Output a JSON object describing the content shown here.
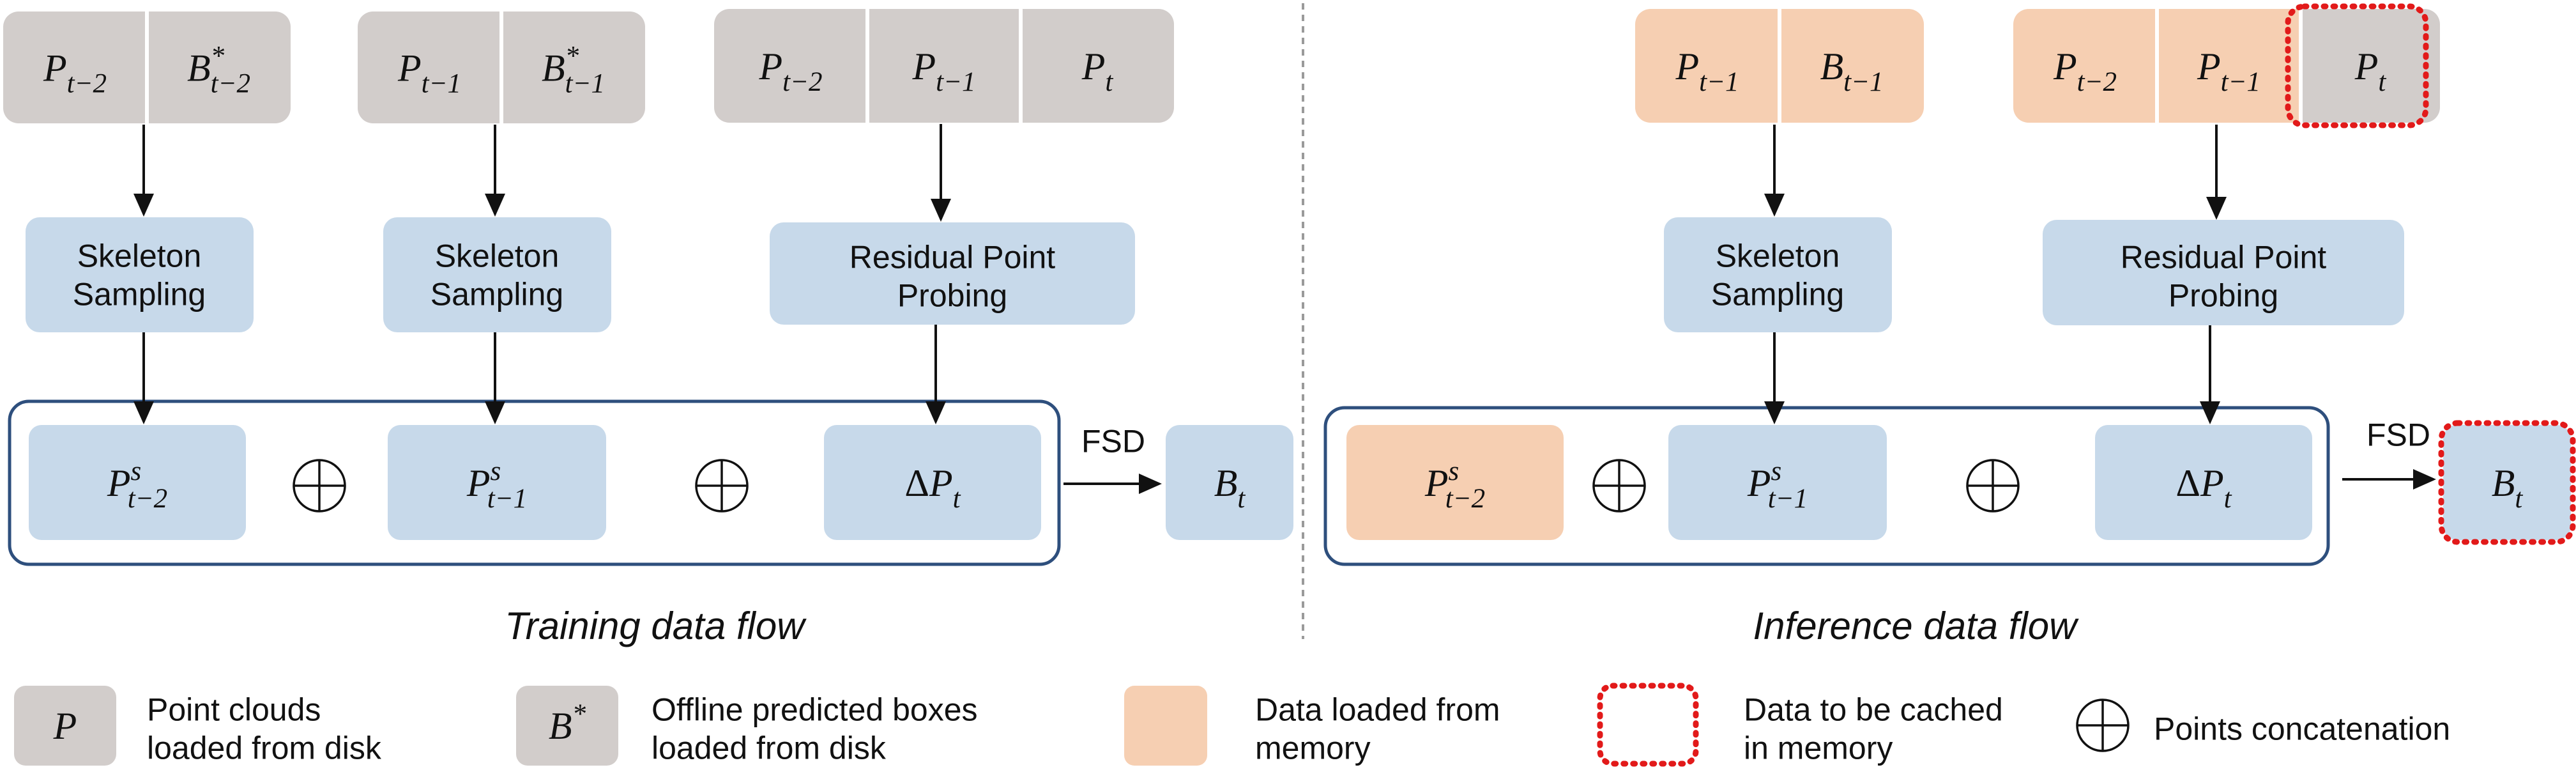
{
  "colors": {
    "gray_box": "#d2cdcb",
    "blue_box": "#c7d9ea",
    "orange_box": "#f6cfb2",
    "frame": "#2e4f7d",
    "cache_dash": "#e21a1a",
    "arrow": "#111111",
    "divider": "#9a9a9a"
  },
  "training": {
    "inputs": {
      "group1": [
        "P_{t−2}",
        "B^*_{t−2}"
      ],
      "group2": [
        "P_{t−1}",
        "B^*_{t−1}"
      ],
      "group3": [
        "P_{t−2}",
        "P_{t−1}",
        "P_t"
      ]
    },
    "modules": {
      "skeleton1": [
        "Skeleton",
        "Sampling"
      ],
      "skeleton2": [
        "Skeleton",
        "Sampling"
      ],
      "residual": [
        "Residual Point",
        "Probing"
      ]
    },
    "outputs": [
      "P^s_{t−2}",
      "P^s_{t−1}",
      "ΔP_t"
    ],
    "detector": "FSD",
    "result": "B_t",
    "caption": "Training data flow"
  },
  "inference": {
    "inputs": {
      "group1": [
        "P_{t−1}",
        "B_{t−1}"
      ],
      "group2": [
        "P_{t−2}",
        "P_{t−1}",
        "P_t"
      ]
    },
    "modules": {
      "skeleton": [
        "Skeleton",
        "Sampling"
      ],
      "residual": [
        "Residual Point",
        "Probing"
      ]
    },
    "outputs": [
      "P^s_{t−2}",
      "P^s_{t−1}",
      "ΔP_t"
    ],
    "detector": "FSD",
    "result": "B_t",
    "caption": "Inference data flow"
  },
  "legend": {
    "point_symbol": "P",
    "point_text": [
      "Point clouds",
      "loaded from disk"
    ],
    "box_symbol": "B^*",
    "box_text": [
      "Offline predicted boxes",
      "loaded from disk"
    ],
    "memory_text": [
      "Data loaded from",
      "memory"
    ],
    "cache_text": [
      "Data to be cached",
      "in memory"
    ],
    "concat_text": "Points concatenation"
  }
}
